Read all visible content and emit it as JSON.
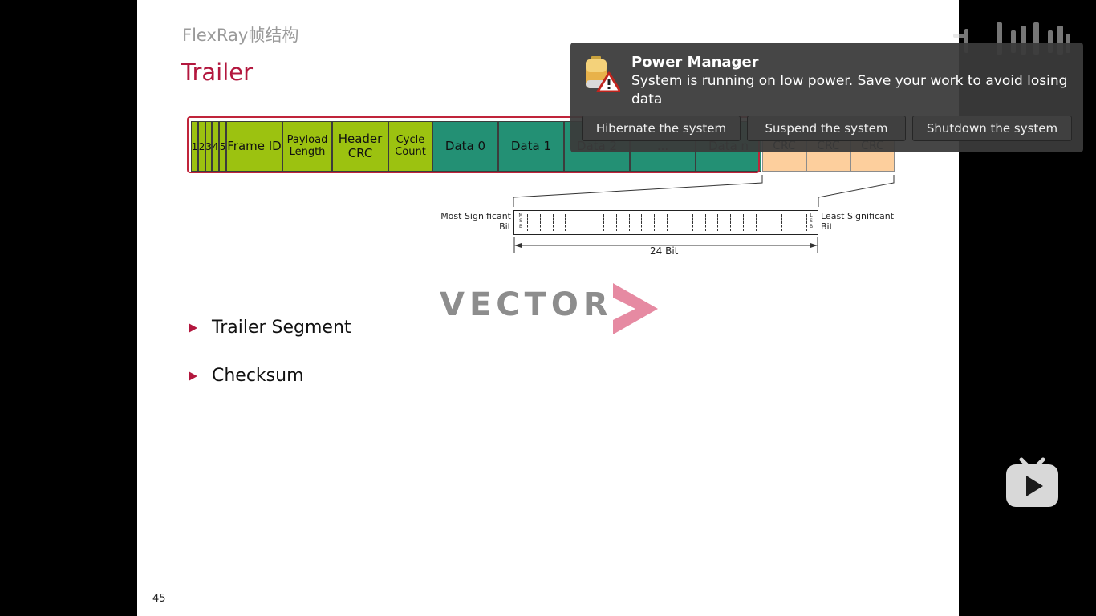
{
  "slide": {
    "subtitle": "FlexRay帧结构",
    "title": "Trailer",
    "page_number": "45"
  },
  "frame_diagram": {
    "indicator_bits": [
      "1",
      "2",
      "3",
      "4",
      "5"
    ],
    "header_fields": {
      "frame_id": "Frame ID",
      "payload_length": "Payload Length",
      "header_crc": "Header CRC",
      "cycle_count": "Cycle Count"
    },
    "data_fields": [
      "Data 0",
      "Data 1",
      "Data 2",
      "...",
      "Data n"
    ],
    "crc_fields": [
      "CRC",
      "CRC",
      "CRC"
    ],
    "bitfield": {
      "msb_marker": [
        "M",
        "S",
        "B"
      ],
      "lsb_marker": [
        "L",
        "S",
        "B"
      ],
      "msb_label": [
        "Most Significant",
        "Bit"
      ],
      "lsb_label": [
        "Least Significant",
        "Bit"
      ],
      "width_label": "24 Bit"
    }
  },
  "logo": {
    "text": "VECTOR"
  },
  "bullets": [
    "Trailer Segment",
    "Checksum"
  ],
  "notification": {
    "title": "Power Manager",
    "message": "System is running on low power. Save your work to avoid losing data",
    "icon": "battery-warning-icon",
    "buttons": {
      "hibernate": "Hibernate the system",
      "suspend": "Suspend the system",
      "shutdown": "Shutdown the system"
    }
  },
  "overlay": {
    "watermark_icon": "bilibili-logo-icon",
    "play_icon": "play-icon"
  },
  "colors": {
    "accent_red": "#b3173e",
    "header_green": "#9cc210",
    "data_green": "#239074",
    "crc_orange": "#fdcf9d",
    "notification_bg": "#3a3a3a"
  }
}
